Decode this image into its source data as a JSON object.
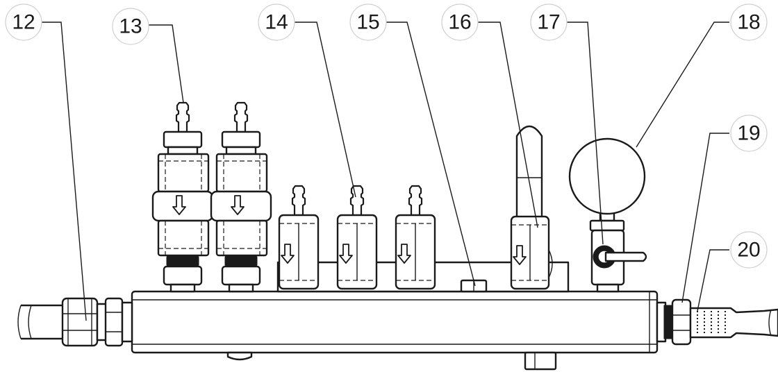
{
  "callouts": [
    {
      "id": "12",
      "label": "12"
    },
    {
      "id": "13",
      "label": "13"
    },
    {
      "id": "14",
      "label": "14"
    },
    {
      "id": "15",
      "label": "15"
    },
    {
      "id": "16",
      "label": "16"
    },
    {
      "id": "17",
      "label": "17"
    },
    {
      "id": "18",
      "label": "18"
    },
    {
      "id": "19",
      "label": "19"
    },
    {
      "id": "20",
      "label": "20"
    }
  ],
  "flow_direction": "down",
  "colors": {
    "line": "#1a1a1a",
    "callout_circle": "#cfcfcf",
    "background": "#ffffff"
  }
}
